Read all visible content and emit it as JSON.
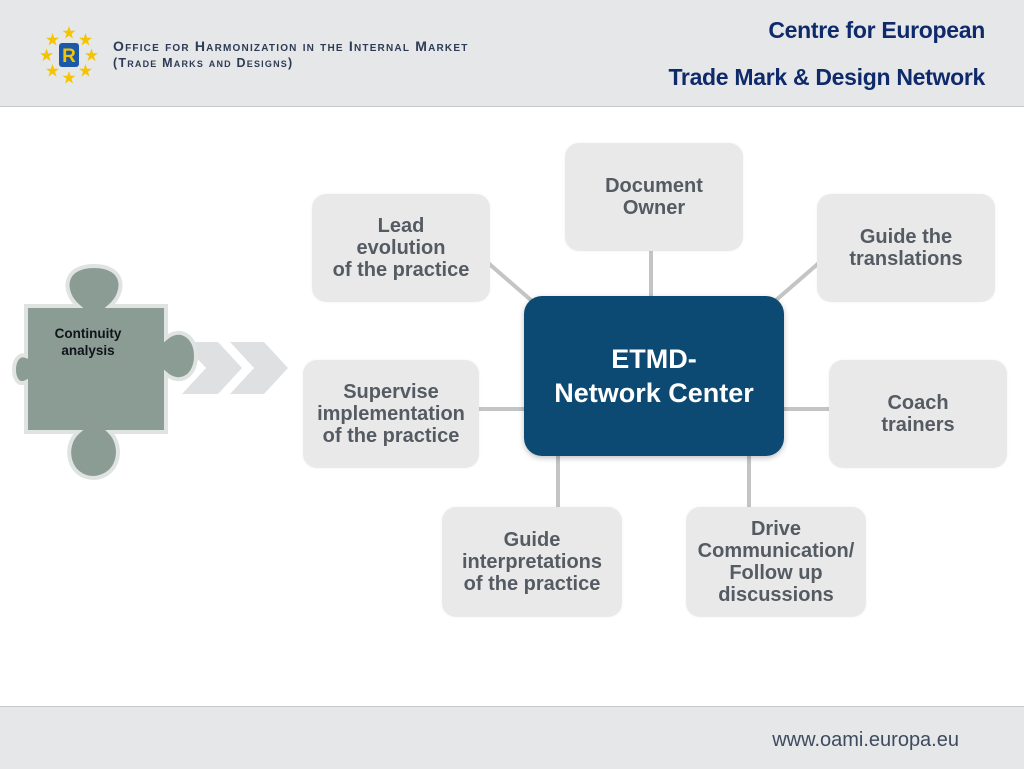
{
  "header": {
    "org_line1": "Office for Harmonization in the Internal Market",
    "org_line2": "(Trade Marks and Designs)",
    "title_line1": "Centre for European",
    "title_line2": "Trade Mark & Design Network"
  },
  "diagram": {
    "center": "ETMD-\nNetwork Center",
    "puzzle": "Continuity\nanalysis",
    "nodes": {
      "document_owner": "Document\nOwner",
      "lead_evolution": "Lead\nevolution\nof the practice",
      "guide_translations": "Guide the\ntranslations",
      "supervise": "Supervise\nimplementation\nof the practice",
      "coach": "Coach\ntrainers",
      "guide_interpretations": "Guide\ninterpretations\nof the practice",
      "drive_communication": "Drive\nCommunication/\nFollow up\ndiscussions"
    }
  },
  "footer": {
    "url": "www.oami.europa.eu"
  },
  "colors": {
    "center_fill": "#0d4a73",
    "box_fill": "#e9e9ea",
    "puzzle_fill": "#8a9b93",
    "title_color": "#0f2a6b"
  }
}
